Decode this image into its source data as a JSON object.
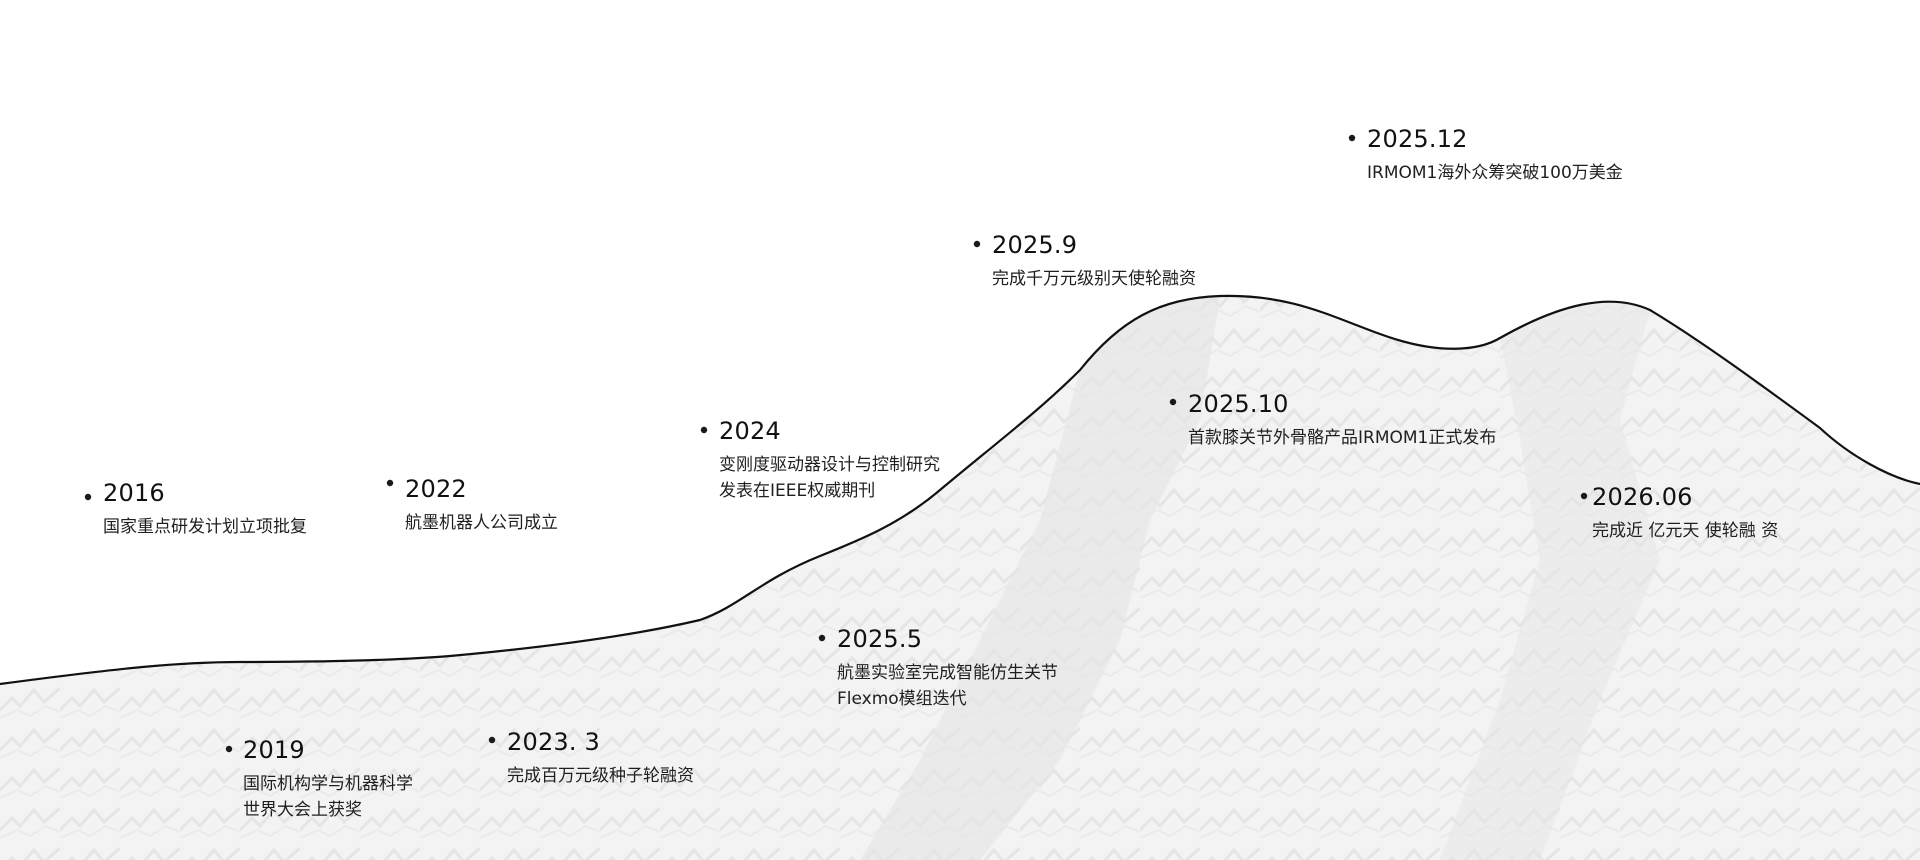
{
  "timeline": {
    "events": [
      {
        "id": "e2016",
        "year": "2016",
        "lines": [
          "国家重点研发计划立项批复"
        ]
      },
      {
        "id": "e2019",
        "year": "2019",
        "lines": [
          "国际机构学与机器科学",
          "世界大会上获奖"
        ]
      },
      {
        "id": "e2022",
        "year": "2022",
        "lines": [
          "航墨机器人公司成立"
        ]
      },
      {
        "id": "e2023_3",
        "year": "2023. 3",
        "lines": [
          "完成百万元级种子轮融资"
        ]
      },
      {
        "id": "e2024",
        "year": "2024",
        "lines": [
          "变刚度驱动器设计与控制研究",
          "发表在IEEE权威期刊"
        ]
      },
      {
        "id": "e2025_5",
        "year": "2025.5",
        "lines": [
          "航墨实验室完成智能仿生关节",
          "Flexmo模组迭代"
        ]
      },
      {
        "id": "e2025_9",
        "year": "2025.9",
        "lines": [
          "完成千万元级别天使轮融资"
        ]
      },
      {
        "id": "e2025_10",
        "year": "2025.10",
        "lines": [
          "首款膝关节外骨骼产品IRMOM1正式发布"
        ]
      },
      {
        "id": "e2025_12",
        "year": "2025.12",
        "lines": [
          "IRMOM1海外众筹突破100万美金"
        ]
      },
      {
        "id": "e2026_06",
        "year": "2026.06",
        "lines": [
          "完成近 亿元天 使轮融 资"
        ]
      }
    ]
  },
  "colors": {
    "curve": "#111111",
    "marker": "#1a1a1a",
    "mountain": "#efefef"
  }
}
